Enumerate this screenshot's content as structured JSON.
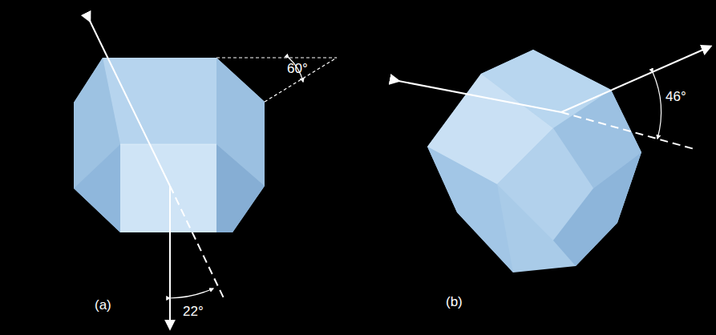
{
  "diagram": {
    "labels": [
      "60°",
      "22°",
      "(a)",
      "(b)",
      "46°"
    ]
  }
}
